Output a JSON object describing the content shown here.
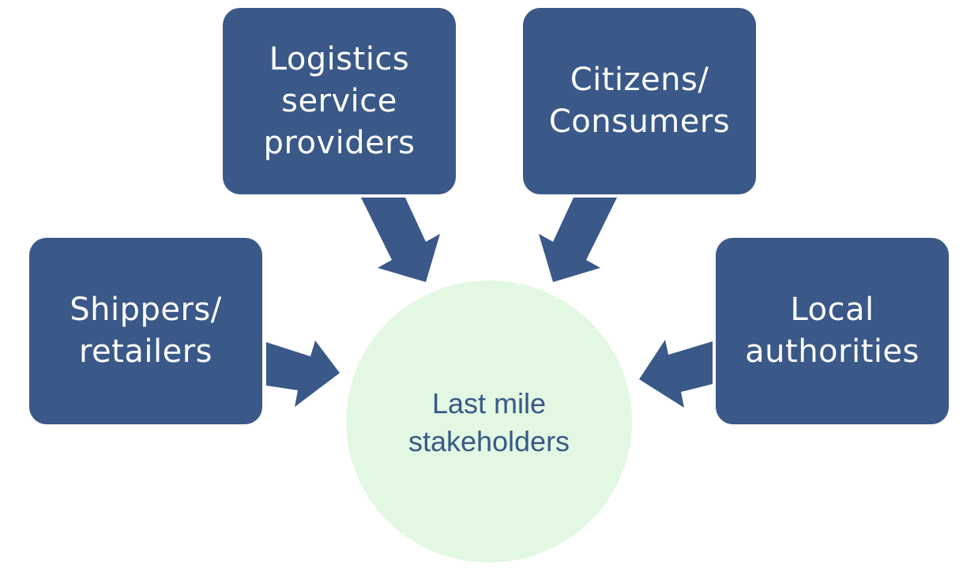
{
  "diagram": {
    "center": {
      "label": "Last mile\nstakeholders"
    },
    "stakeholders": [
      {
        "id": "logistics",
        "label": "Logistics\nservice\nproviders"
      },
      {
        "id": "citizens",
        "label": "Citizens/\nConsumers"
      },
      {
        "id": "shippers",
        "label": "Shippers/\nretailers"
      },
      {
        "id": "local",
        "label": "Local\nauthorities"
      }
    ],
    "colors": {
      "box_fill": "#3a5888",
      "box_text": "#ffffff",
      "center_fill": "#e2f8e2",
      "center_text": "#3a5888",
      "arrow_fill": "#3a5888"
    }
  }
}
